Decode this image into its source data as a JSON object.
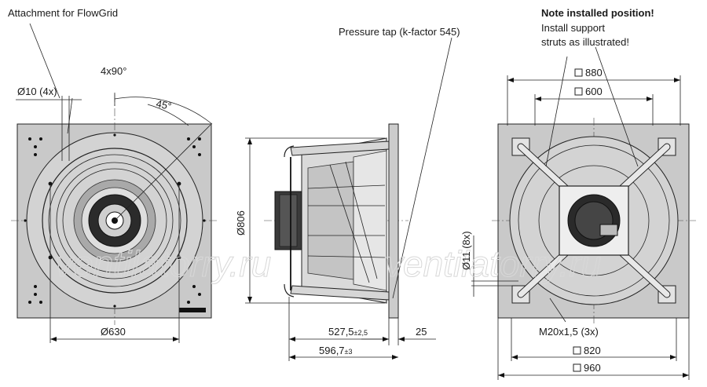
{
  "labels": {
    "attachment": "Attachment for FlowGrid",
    "angle_4x90": "4x90°",
    "angle_45": "45°",
    "hole_diameter": "Ø10 (4x)",
    "impeller_diameter": "Ø630",
    "pressure_tap": "Pressure tap (k-factor 545)",
    "height_diameter": "Ø806",
    "depth_main": "527,5",
    "depth_main_tol": "±2,5",
    "depth_plate": "25",
    "depth_total": "596,7",
    "depth_total_tol": "±3",
    "note_title": "Note installed position!",
    "note_line1": "Install support",
    "note_line2": "struts as illustrated!",
    "size_880": "880",
    "size_600": "600",
    "hole_11": "Ø11 (8x)",
    "thread": "M20x1,5 (3x)",
    "size_820": "820",
    "size_960": "960"
  },
  "watermark": "ventilatorry.ru",
  "icons": {
    "square_symbol": "square-symbol-icon"
  }
}
